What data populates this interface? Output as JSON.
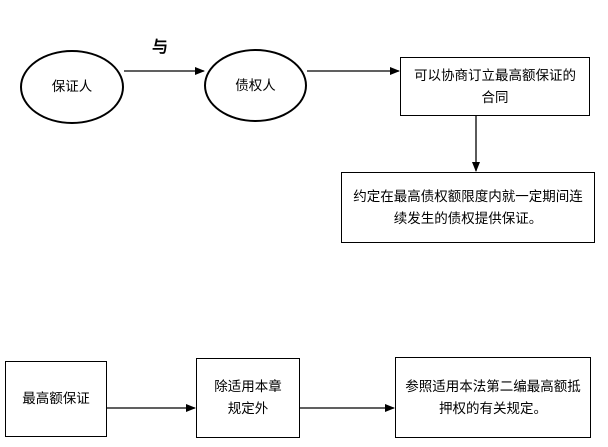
{
  "diagram": {
    "nodes": {
      "guarantor": "保证人",
      "creditor": "债权人",
      "max_guarantee_contract": "可以协商订立最高额保证的合同",
      "agreement_scope": "约定在最高债权额限度内就一定期间连续发生的债权提供保证。",
      "max_guarantee": "最高额保证",
      "except_chapter": "除适用本章规定外",
      "refer_chapter": "参照适用本法第二编最高额抵押权的有关规定。"
    },
    "edge_labels": {
      "with": "与"
    }
  }
}
